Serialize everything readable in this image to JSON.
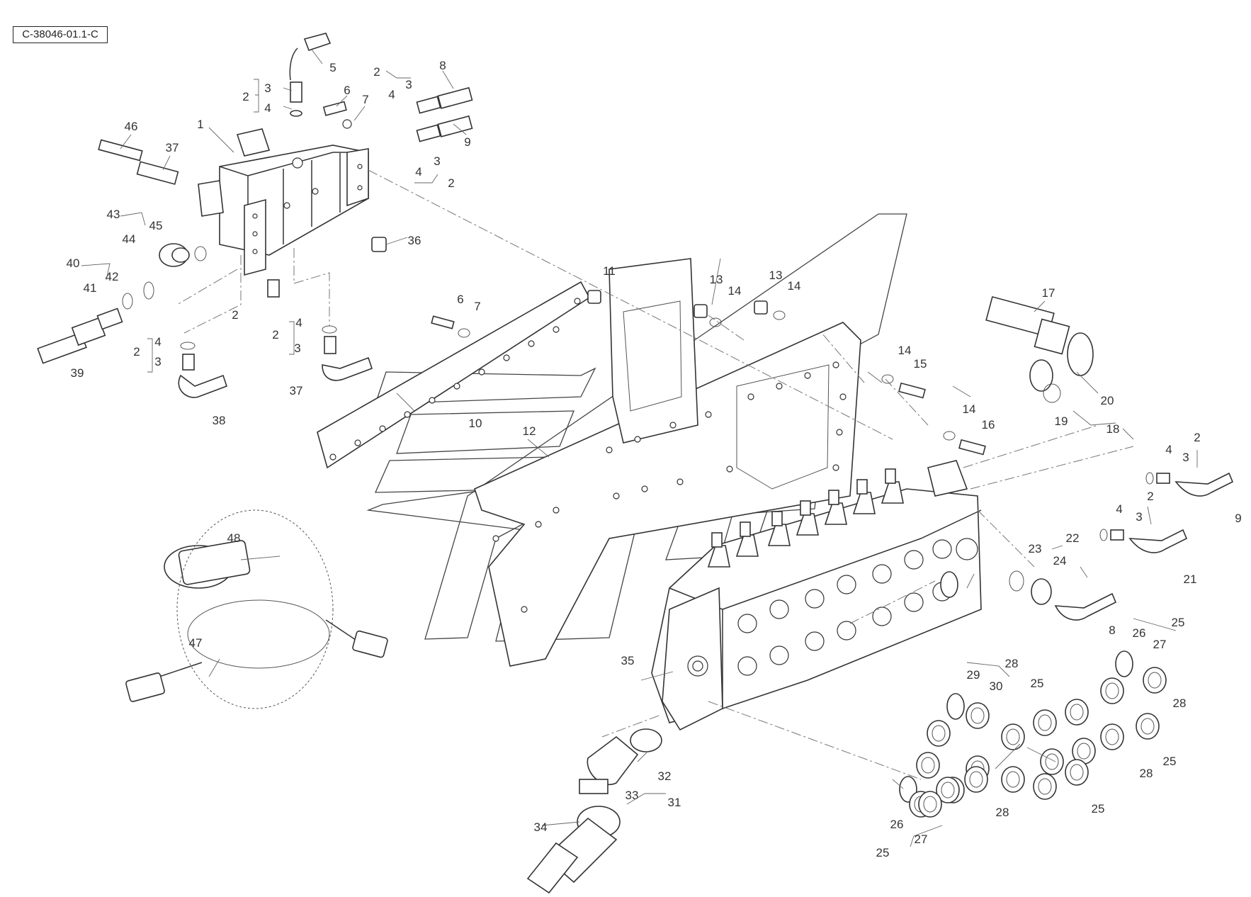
{
  "drawing_ref": "C-38046-01.1-C",
  "callouts": [
    {
      "id": "c1",
      "label": "1"
    },
    {
      "id": "c2a",
      "label": "2"
    },
    {
      "id": "c3a",
      "label": "3"
    },
    {
      "id": "c4a",
      "label": "4"
    },
    {
      "id": "c5",
      "label": "5"
    },
    {
      "id": "c6a",
      "label": "6"
    },
    {
      "id": "c7a",
      "label": "7"
    },
    {
      "id": "c2b",
      "label": "2"
    },
    {
      "id": "c3b",
      "label": "3"
    },
    {
      "id": "c4b",
      "label": "4"
    },
    {
      "id": "c8a",
      "label": "8"
    },
    {
      "id": "c9a",
      "label": "9"
    },
    {
      "id": "c4c",
      "label": "4"
    },
    {
      "id": "c3c",
      "label": "3"
    },
    {
      "id": "c2c",
      "label": "2"
    },
    {
      "id": "c46",
      "label": "46"
    },
    {
      "id": "c37a",
      "label": "37"
    },
    {
      "id": "c43",
      "label": "43"
    },
    {
      "id": "c45",
      "label": "45"
    },
    {
      "id": "c44",
      "label": "44"
    },
    {
      "id": "c36",
      "label": "36"
    },
    {
      "id": "c40",
      "label": "40"
    },
    {
      "id": "c42",
      "label": "42"
    },
    {
      "id": "c41",
      "label": "41"
    },
    {
      "id": "c2d",
      "label": "2"
    },
    {
      "id": "c39",
      "label": "39"
    },
    {
      "id": "c4d",
      "label": "4"
    },
    {
      "id": "c2e",
      "label": "2"
    },
    {
      "id": "c3d",
      "label": "3"
    },
    {
      "id": "c38",
      "label": "38"
    },
    {
      "id": "c2f",
      "label": "2"
    },
    {
      "id": "c4e",
      "label": "4"
    },
    {
      "id": "c3e",
      "label": "3"
    },
    {
      "id": "c37b",
      "label": "37"
    },
    {
      "id": "c11",
      "label": "11"
    },
    {
      "id": "c6b",
      "label": "6"
    },
    {
      "id": "c7b",
      "label": "7"
    },
    {
      "id": "c10",
      "label": "10"
    },
    {
      "id": "c12",
      "label": "12"
    },
    {
      "id": "c13a",
      "label": "13"
    },
    {
      "id": "c14a",
      "label": "14"
    },
    {
      "id": "c13b",
      "label": "13"
    },
    {
      "id": "c14b",
      "label": "14"
    },
    {
      "id": "c14c",
      "label": "14"
    },
    {
      "id": "c15",
      "label": "15"
    },
    {
      "id": "c14d",
      "label": "14"
    },
    {
      "id": "c16",
      "label": "16"
    },
    {
      "id": "c17",
      "label": "17"
    },
    {
      "id": "c20",
      "label": "20"
    },
    {
      "id": "c19",
      "label": "19"
    },
    {
      "id": "c18",
      "label": "18"
    },
    {
      "id": "c2g",
      "label": "2"
    },
    {
      "id": "c4f",
      "label": "4"
    },
    {
      "id": "c3f",
      "label": "3"
    },
    {
      "id": "c9b",
      "label": "9"
    },
    {
      "id": "c2h",
      "label": "2"
    },
    {
      "id": "c4g",
      "label": "4"
    },
    {
      "id": "c3g",
      "label": "3"
    },
    {
      "id": "c22",
      "label": "22"
    },
    {
      "id": "c23",
      "label": "23"
    },
    {
      "id": "c24",
      "label": "24"
    },
    {
      "id": "c21",
      "label": "21"
    },
    {
      "id": "c8b",
      "label": "8"
    },
    {
      "id": "c48",
      "label": "48"
    },
    {
      "id": "c47",
      "label": "47"
    },
    {
      "id": "c35",
      "label": "35"
    },
    {
      "id": "c25a",
      "label": "25"
    },
    {
      "id": "c26a",
      "label": "26"
    },
    {
      "id": "c27a",
      "label": "27"
    },
    {
      "id": "c28a",
      "label": "28"
    },
    {
      "id": "c29",
      "label": "29"
    },
    {
      "id": "c30",
      "label": "30"
    },
    {
      "id": "c25b",
      "label": "25"
    },
    {
      "id": "c28b",
      "label": "28"
    },
    {
      "id": "c25c",
      "label": "25"
    },
    {
      "id": "c28c",
      "label": "28"
    },
    {
      "id": "c32",
      "label": "32"
    },
    {
      "id": "c33",
      "label": "33"
    },
    {
      "id": "c31",
      "label": "31"
    },
    {
      "id": "c28d",
      "label": "28"
    },
    {
      "id": "c25d",
      "label": "25"
    },
    {
      "id": "c26b",
      "label": "26"
    },
    {
      "id": "c27b",
      "label": "27"
    },
    {
      "id": "c25e",
      "label": "25"
    },
    {
      "id": "c34",
      "label": "34"
    }
  ]
}
